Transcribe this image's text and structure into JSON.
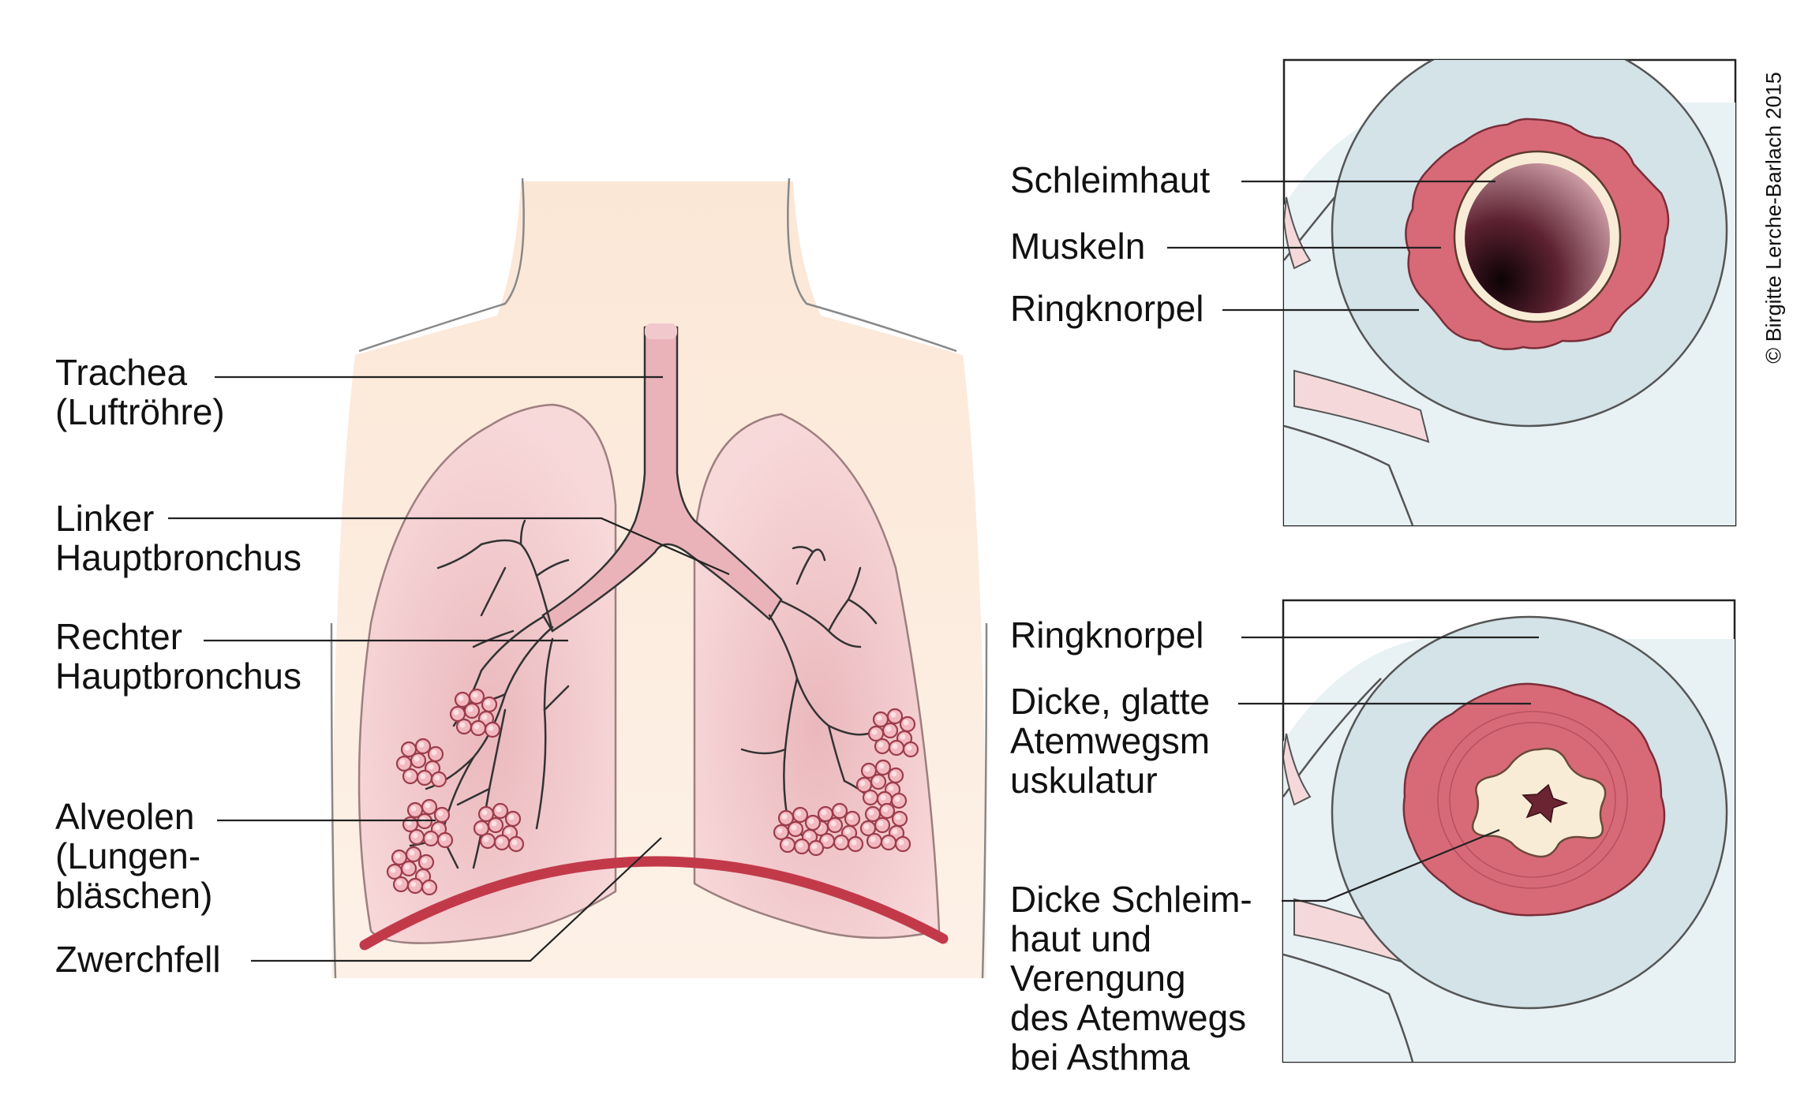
{
  "labels": {
    "trachea": [
      "Trachea",
      "(Luftröhre)"
    ],
    "left_bronchus": [
      "Linker",
      "Hauptbronchus"
    ],
    "right_bronchus": [
      "Rechter",
      "Hauptbronchus"
    ],
    "alveoli": [
      "Alveolen",
      "(Lungen-",
      "bläschen)"
    ],
    "diaphragm": "Zwerchfell",
    "top_mucosa": "Schleimhaut",
    "top_muscles": "Muskeln",
    "top_cartilage": "Ringknorpel",
    "bottom_cartilage": "Ringknorpel",
    "bottom_muscle": [
      "Dicke, glatte",
      "Atemwegsm",
      "uskulatur"
    ],
    "bottom_mucosa": [
      "Dicke Schleim-",
      "haut und",
      "Verengung",
      "des Atemwegs",
      "bei Asthma"
    ]
  },
  "copyright": "© Birgitte Lerche-Barlach 2015",
  "colors": {
    "skin": "#fbe6d4",
    "lung": "#f6d2d3",
    "lung_dark": "#ebb7bb",
    "bronchus": "#e9b2b8",
    "diaphragm": "#c23a4a",
    "cartilage": "#d3e3e8",
    "muscle": "#d86a78",
    "mucosa": "#f8ecd6",
    "line": "#222222"
  }
}
